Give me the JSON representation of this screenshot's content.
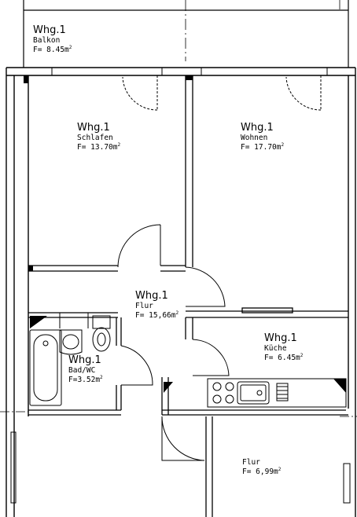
{
  "rooms": [
    {
      "id": "balkon",
      "unit": "Whg.1",
      "name": "Balkon",
      "area_label": "F= 8.45m",
      "unit_sup": "2"
    },
    {
      "id": "schlafen",
      "unit": "Whg.1",
      "name": "Schlafen",
      "area_label": "F= 13.70m",
      "unit_sup": "2"
    },
    {
      "id": "wohnen",
      "unit": "Whg.1",
      "name": "Wohnen",
      "area_label": "F= 17.70m",
      "unit_sup": "2"
    },
    {
      "id": "flur",
      "unit": "Whg.1",
      "name": "Flur",
      "area_label": "F= 15,66m",
      "unit_sup": "2"
    },
    {
      "id": "bad",
      "unit": "Whg.1",
      "name": "Bad/WC",
      "area_label": "F=3.52m",
      "unit_sup": "2"
    },
    {
      "id": "kueche",
      "unit": "Whg.1",
      "name": "Küche",
      "area_label": "F= 6.45m",
      "unit_sup": "2"
    },
    {
      "id": "flur2",
      "unit": "",
      "name": "Flur",
      "area_label": "F= 6,99m",
      "unit_sup": "2"
    }
  ],
  "colors": {
    "line": "#000000",
    "background": "#ffffff"
  }
}
